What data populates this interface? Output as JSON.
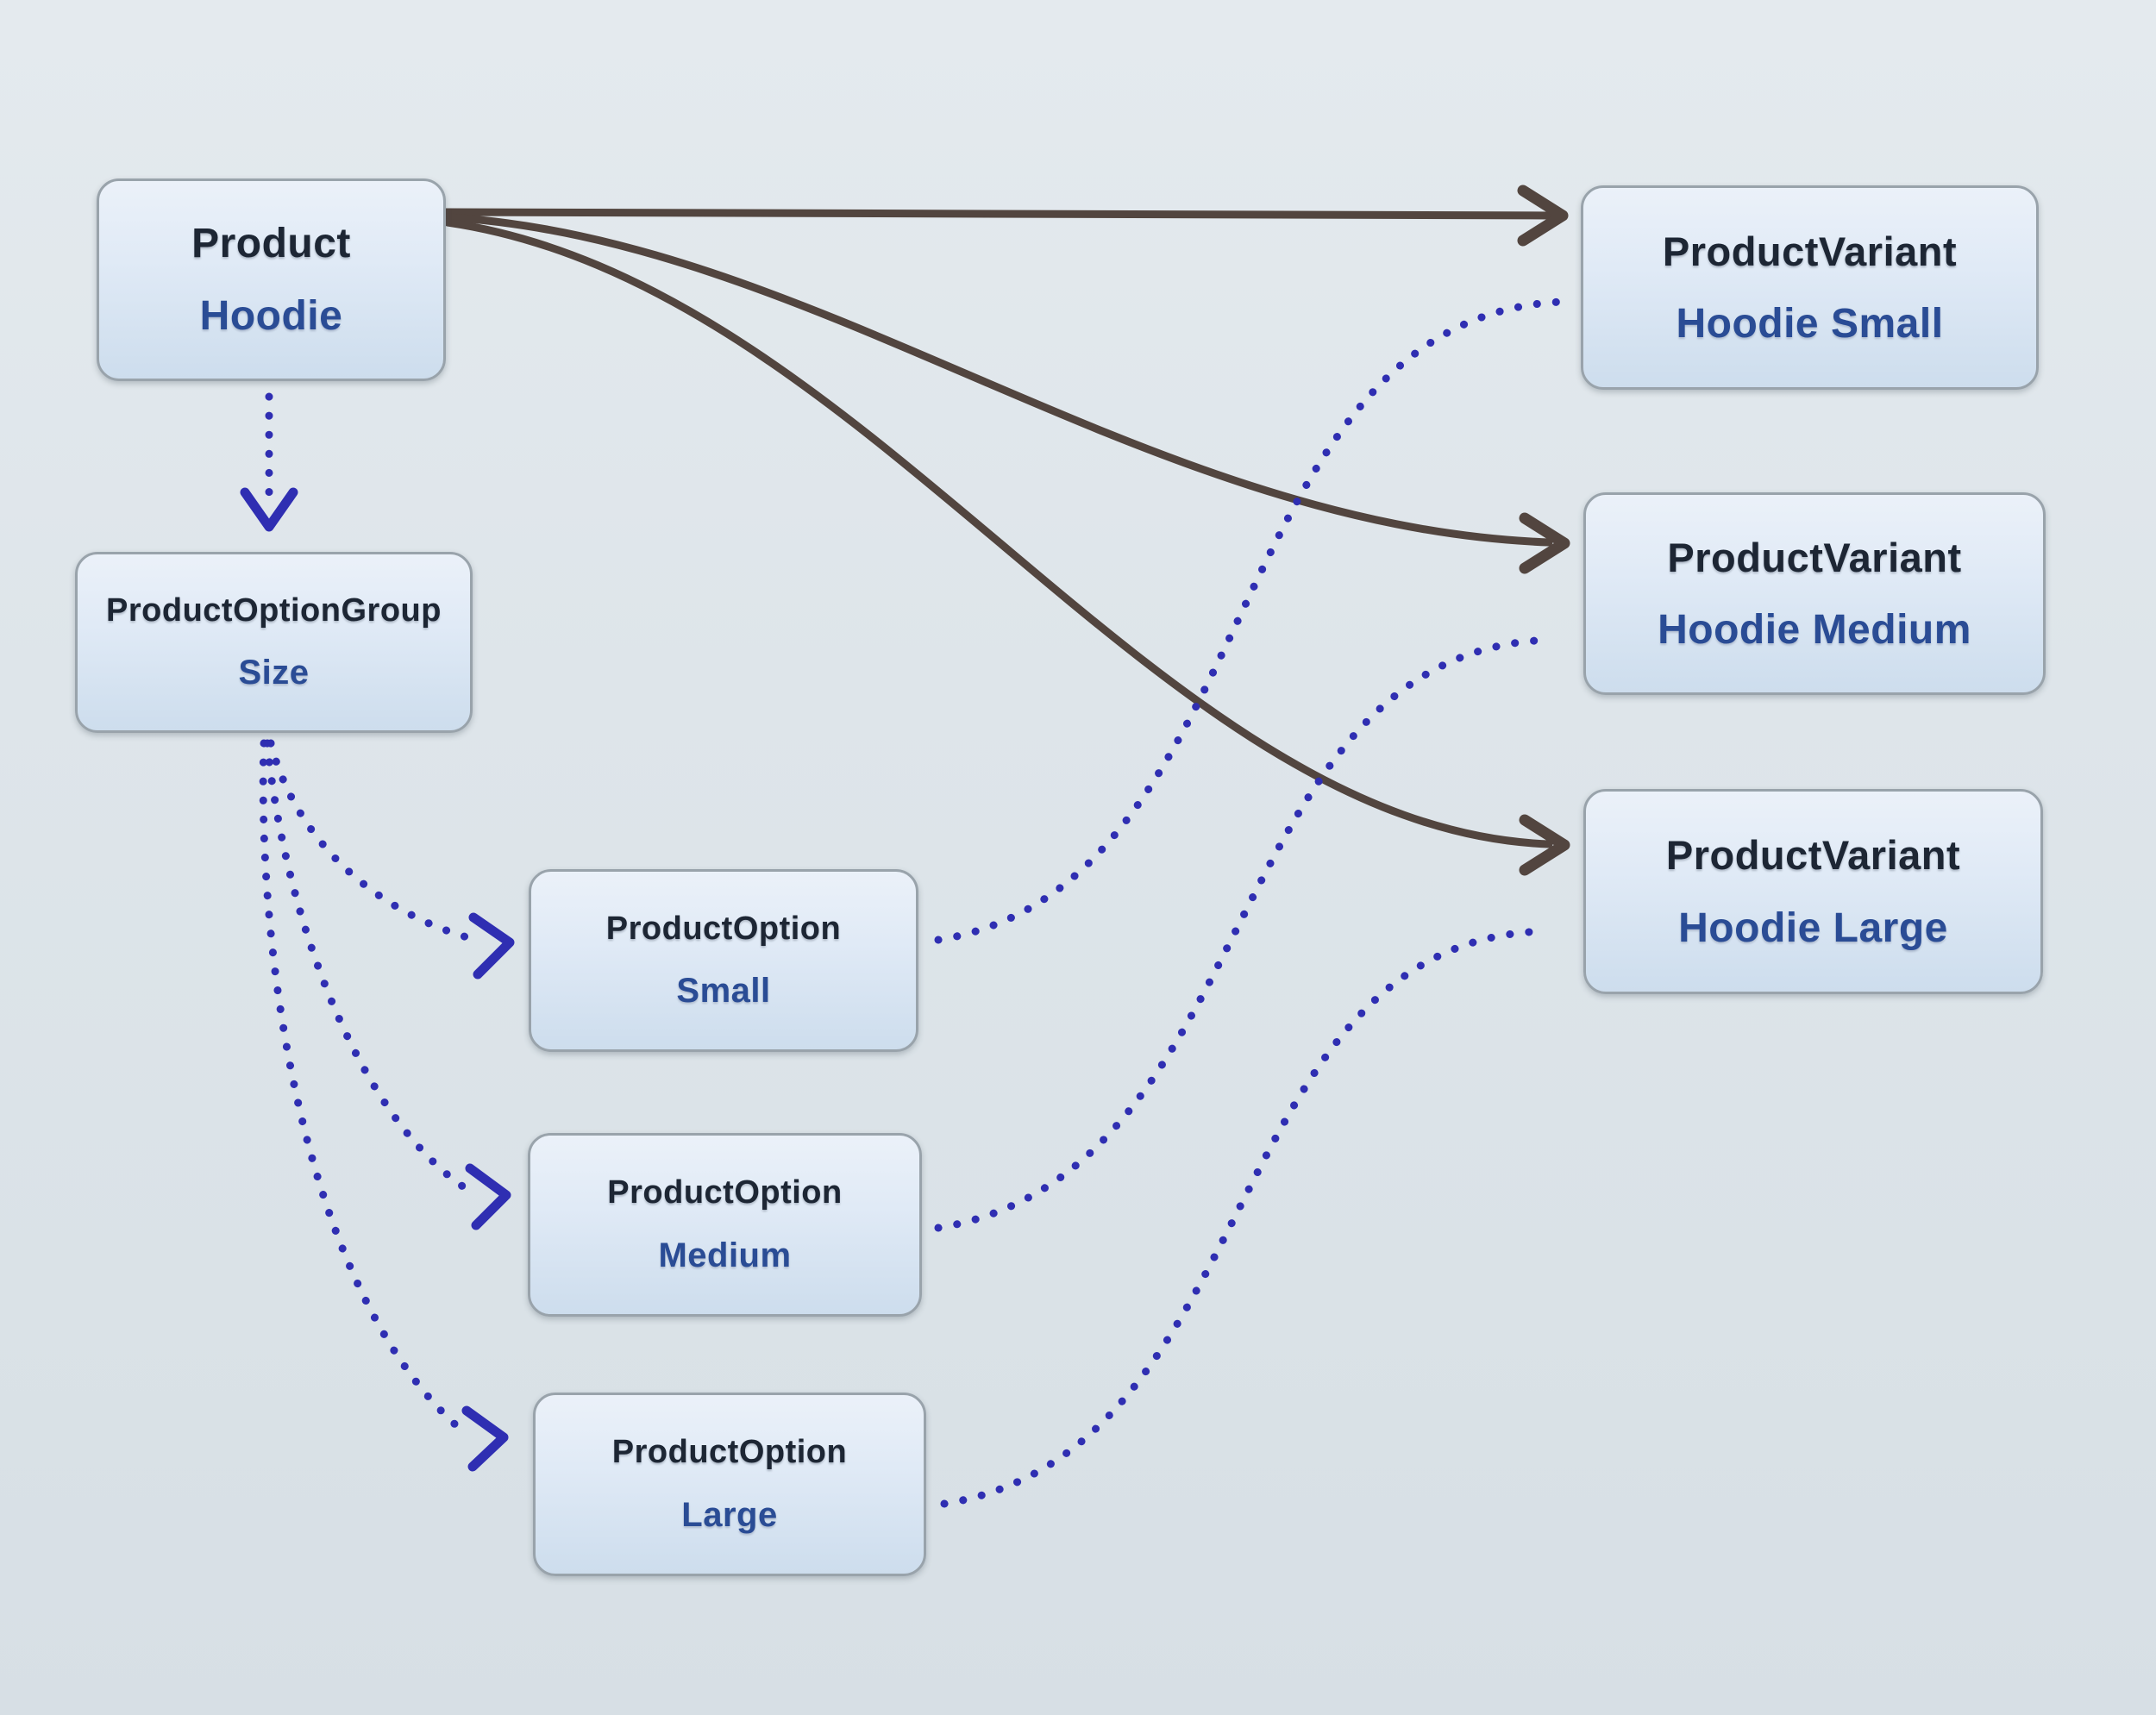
{
  "diagram": {
    "background_color": "#dde4e9",
    "colors": {
      "solid_arrow": "#52453f",
      "dotted_arrow": "#2f2eb2",
      "node_border": "#99a3ab",
      "node_fill_top": "#ebf1f9",
      "node_fill_bottom": "#cddded",
      "node_title_text": "#1d2634",
      "node_value_text": "#2a4c95"
    },
    "nodes": {
      "product": {
        "type": "Product",
        "label": "Hoodie"
      },
      "option_group": {
        "type": "ProductOptionGroup",
        "label": "Size"
      },
      "option_small": {
        "type": "ProductOption",
        "label": "Small"
      },
      "option_medium": {
        "type": "ProductOption",
        "label": "Medium"
      },
      "option_large": {
        "type": "ProductOption",
        "label": "Large"
      },
      "variant_small": {
        "type": "ProductVariant",
        "label": "Hoodie Small"
      },
      "variant_medium": {
        "type": "ProductVariant",
        "label": "Hoodie Medium"
      },
      "variant_large": {
        "type": "ProductVariant",
        "label": "Hoodie Large"
      }
    },
    "edges": [
      {
        "from": "Product (Hoodie)",
        "to": "ProductVariant (Hoodie Small)",
        "style": "solid"
      },
      {
        "from": "Product (Hoodie)",
        "to": "ProductVariant (Hoodie Medium)",
        "style": "solid"
      },
      {
        "from": "Product (Hoodie)",
        "to": "ProductVariant (Hoodie Large)",
        "style": "solid"
      },
      {
        "from": "Product (Hoodie)",
        "to": "ProductOptionGroup (Size)",
        "style": "dotted"
      },
      {
        "from": "ProductOptionGroup (Size)",
        "to": "ProductOption (Small)",
        "style": "dotted"
      },
      {
        "from": "ProductOptionGroup (Size)",
        "to": "ProductOption (Medium)",
        "style": "dotted"
      },
      {
        "from": "ProductOptionGroup (Size)",
        "to": "ProductOption (Large)",
        "style": "dotted"
      },
      {
        "from": "ProductOption (Small)",
        "to": "ProductVariant (Hoodie Small)",
        "style": "dotted"
      },
      {
        "from": "ProductOption (Medium)",
        "to": "ProductVariant (Hoodie Medium)",
        "style": "dotted"
      },
      {
        "from": "ProductOption (Large)",
        "to": "ProductVariant (Hoodie Large)",
        "style": "dotted"
      }
    ]
  }
}
